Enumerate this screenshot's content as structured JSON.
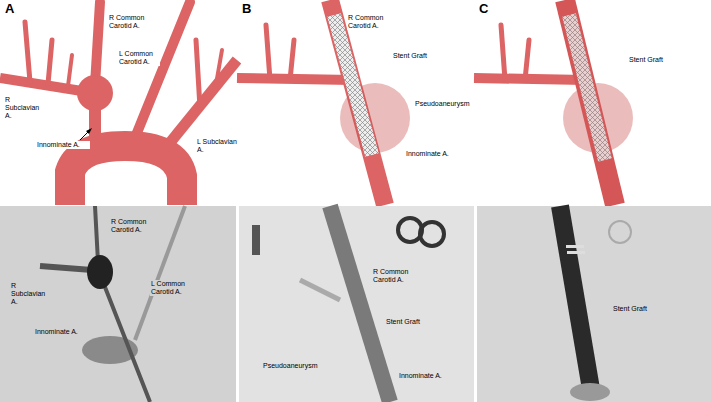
{
  "diagram": {
    "labels": [
      "A",
      "R Common Carotid A.",
      "L Common Carotid A.",
      "R Subclavian A.",
      "Innominate A.",
      "L Subclavian A.",
      "B",
      "R Common Carotid A.",
      "Stent Graft",
      "Pseudoaneurysm",
      "Innominate A.",
      "C",
      "Stent Graft",
      "R Common Carotid A.",
      "L Common Carotid A.",
      "R Subclavian A.",
      "Innominate A.",
      "R Common Carotid A.",
      "Stent Graft",
      "Pseudoaneurysm",
      "Innominate A.",
      "Stent Graft"
    ]
  }
}
